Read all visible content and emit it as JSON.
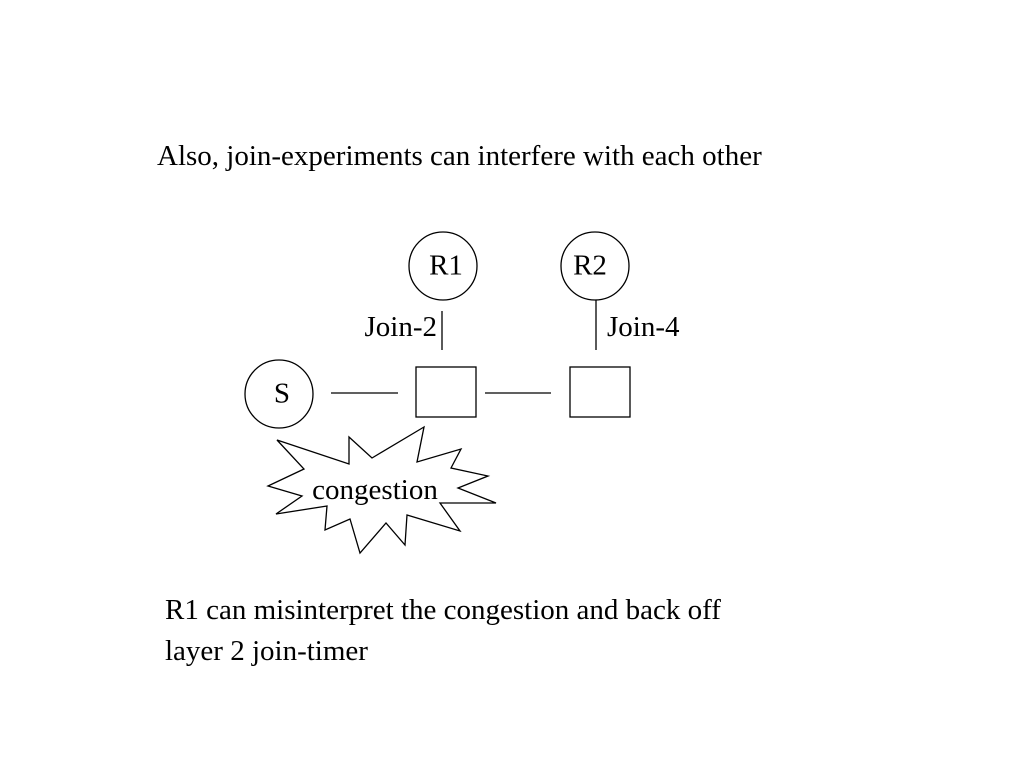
{
  "slide": {
    "title": "Also, join-experiments can interfere with each other",
    "caption_line1": "R1 can misinterpret the congestion and back off",
    "caption_line2": "layer 2 join-timer"
  },
  "diagram": {
    "nodes": {
      "r1": "R1",
      "r2": "R2",
      "s": "S"
    },
    "links": {
      "join_r1": "Join-2",
      "join_r2": "Join-4"
    },
    "congestion_label": "congestion"
  }
}
